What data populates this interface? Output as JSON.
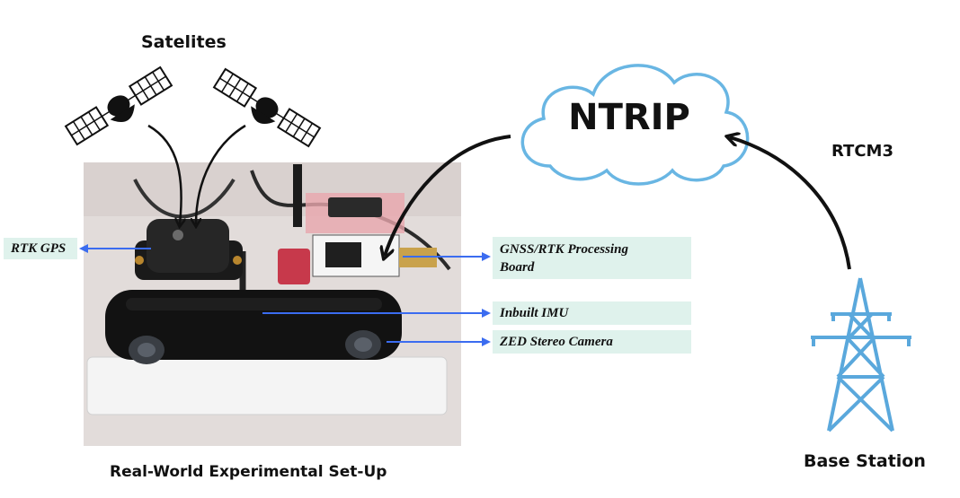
{
  "titles": {
    "satellites": "Satelites",
    "rtcm3": "RTCM3",
    "base_station": "Base Station",
    "setup_caption": "Real-World Experimental Set-Up"
  },
  "ntrip": {
    "label": "NTRIP"
  },
  "callouts": {
    "rtk_gps": "RTK GPS",
    "gnss_line1": "GNSS/RTK Processing",
    "gnss_line2": "Board",
    "imu": "Inbuilt IMU",
    "zed": "ZED Stereo Camera"
  },
  "colors": {
    "cloud_stroke": "#69b6e3",
    "tower_stroke": "#5aa8dc",
    "callout_arrow": "#3b6cf0",
    "callout_bg": "#dff2ec",
    "flow_arrow": "#111111"
  },
  "icons": {
    "satellite": "satellite-icon",
    "cloud": "cloud-icon",
    "tower": "transmission-tower-icon"
  }
}
